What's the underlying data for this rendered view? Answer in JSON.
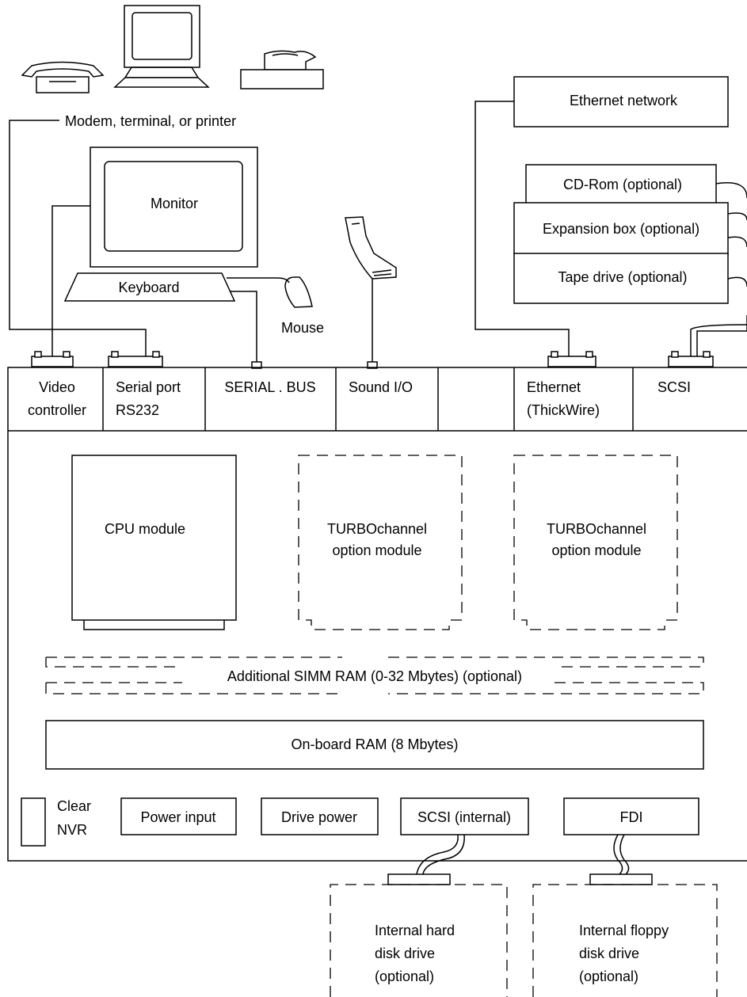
{
  "top": {
    "modem_label": "Modem, terminal, or printer",
    "monitor_label": "Monitor",
    "keyboard_label": "Keyboard",
    "mouse_label": "Mouse",
    "ethernet_network_label": "Ethernet network",
    "cdrom_label": "CD-Rom (optional)",
    "expansion_box_label": "Expansion box (optional)",
    "tape_drive_label": "Tape drive (optional)"
  },
  "ports": {
    "video_line1": "Video",
    "video_line2": "controller",
    "serial_line1": "Serial port",
    "serial_line2": "RS232",
    "serial_bus": "SERIAL . BUS",
    "sound": "Sound I/O",
    "ethernet_line1": "Ethernet",
    "ethernet_line2": "(ThickWire)",
    "scsi": "SCSI"
  },
  "board": {
    "cpu_module": "CPU module",
    "turbo1_line1": "TURBOchannel",
    "turbo1_line2": "option module",
    "turbo2_line1": "TURBOchannel",
    "turbo2_line2": "option module",
    "simm_ram": "Additional SIMM RAM (0-32 Mbytes) (optional)",
    "onboard_ram": "On-board RAM (8 Mbytes)",
    "clear_nvr_line1": "Clear",
    "clear_nvr_line2": "NVR",
    "power_input": "Power input",
    "drive_power": "Drive power",
    "scsi_internal": "SCSI (internal)",
    "fdi": "FDI"
  },
  "drives": {
    "hard_line1": "Internal hard",
    "hard_line2": "disk drive",
    "hard_line3": "(optional)",
    "floppy_line1": "Internal floppy",
    "floppy_line2": "disk drive",
    "floppy_line3": "(optional)"
  },
  "icons": [
    "telephone-icon",
    "terminal-icon",
    "printer-icon",
    "monitor-icon",
    "keyboard-icon",
    "mouse-icon",
    "handset-icon"
  ]
}
